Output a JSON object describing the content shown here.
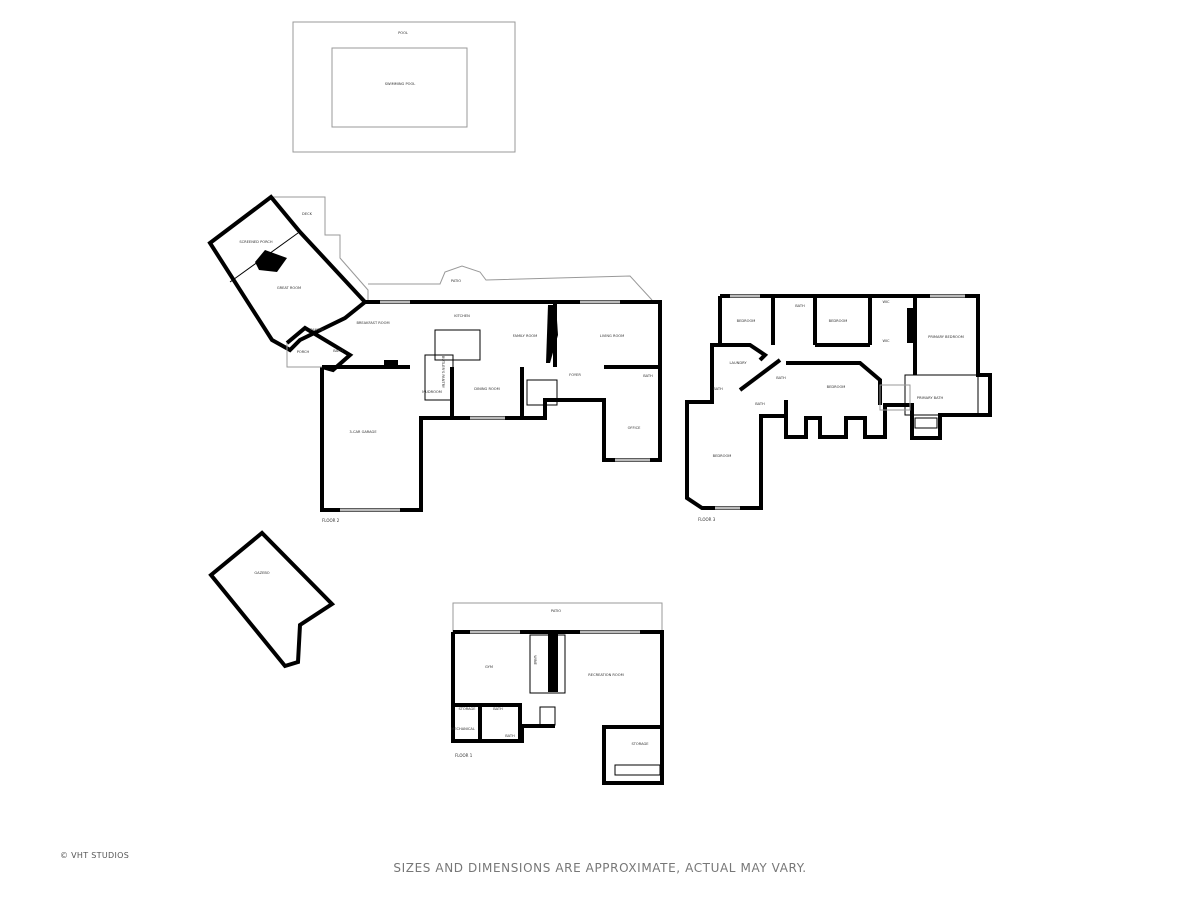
{
  "rooms_main": [
    "POOL",
    "SWIMMING POOL",
    "DECK",
    "SCREENED PORCH",
    "GREAT ROOM",
    "PATIO",
    "KITCHEN",
    "BREAKFAST ROOM",
    "FAMILY ROOM",
    "LIVING ROOM",
    "PANTRY",
    "PORCH",
    "BATH",
    "MUDROOM",
    "BUTLER'S PANTRY",
    "DINING ROOM",
    "FOYER",
    "BATH",
    "OFFICE",
    "3-CAR GARAGE",
    "GAZEBO"
  ],
  "rooms_upper": [
    "BEDROOM",
    "BATH",
    "BEDROOM",
    "WIC",
    "WIC",
    "PRIMARY BEDROOM",
    "LAUNDRY",
    "BATH",
    "BATH",
    "BATH",
    "BEDROOM",
    "PRIMARY BATH",
    "BEDROOM"
  ],
  "rooms_lower": [
    "PATIO",
    "GYM",
    "WINE",
    "RECREATION ROOM",
    "STORAGE",
    "MECHANICAL",
    "BATH",
    "BATH",
    "STORAGE"
  ],
  "floor_labels": {
    "main": "FLOOR 2",
    "upper": "FLOOR 3",
    "lower": "FLOOR 1"
  },
  "footer": {
    "copyright": "© VHT STUDIOS",
    "disclaimer": "SIZES AND DIMENSIONS ARE APPROXIMATE, ACTUAL MAY VARY."
  }
}
